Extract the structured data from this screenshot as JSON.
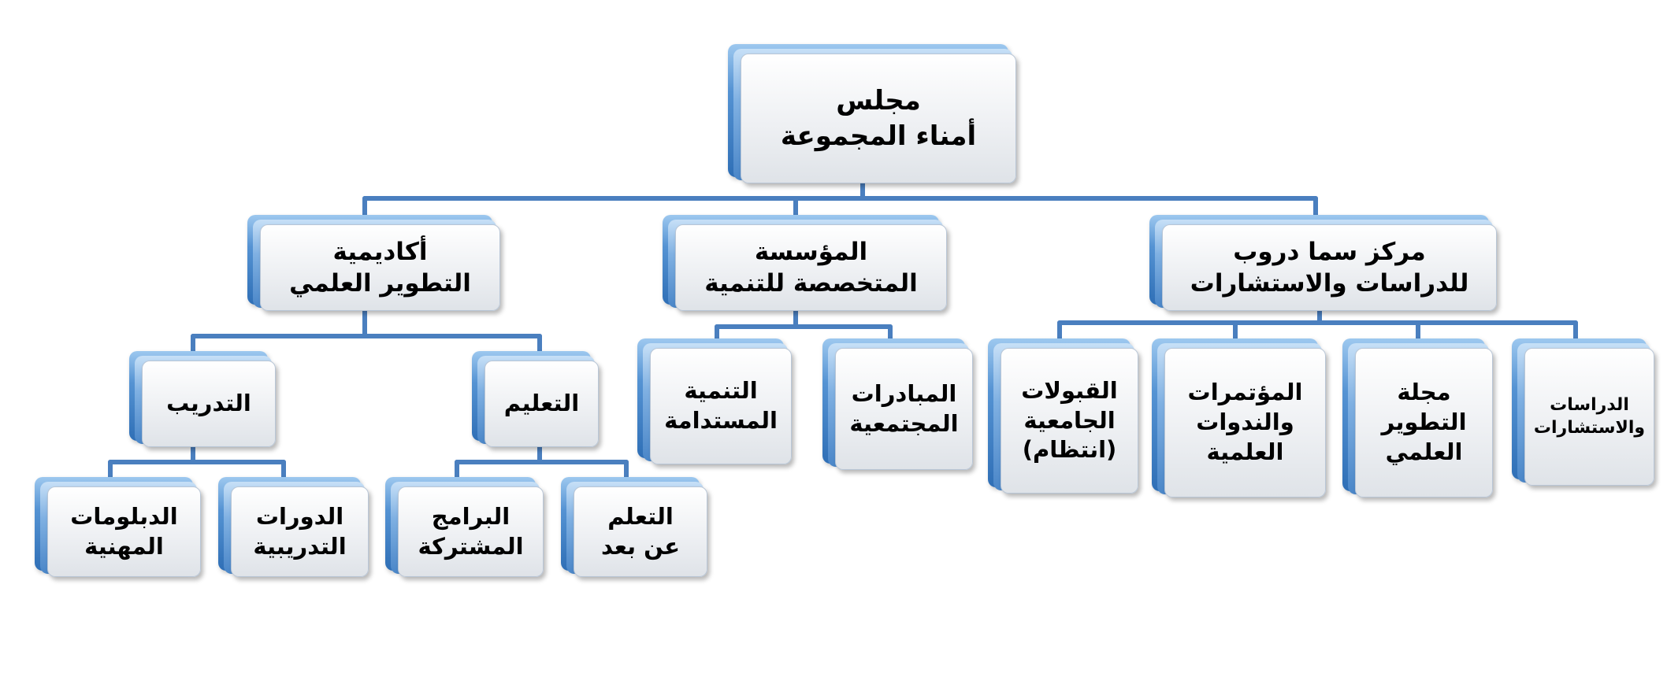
{
  "diagram": {
    "root": {
      "label": "مجلس\nأمناء المجموعة"
    },
    "branches": [
      {
        "label": "مركز سما دروب\nللدراسات والاستشارات"
      },
      {
        "label": "المؤسسة\nالمتخصصة للتنمية"
      },
      {
        "label": "أكاديمية\nالتطوير العلمي"
      }
    ],
    "center_children": [
      {
        "label": "الدراسات\nوالاستشارات"
      },
      {
        "label": "مجلة\nالتطوير\nالعلمي"
      },
      {
        "label": "المؤتمرات\nوالندوات\nالعلمية"
      },
      {
        "label": "القبولات\nالجامعية\n(انتظام)"
      }
    ],
    "foundation_children": [
      {
        "label": "المبادرات\nالمجتمعية"
      },
      {
        "label": "التنمية\nالمستدامة"
      }
    ],
    "academy_children": [
      {
        "label": "التعليم"
      },
      {
        "label": "التدريب"
      }
    ],
    "education_children": [
      {
        "label": "التعلم\nعن بعد"
      },
      {
        "label": "البرامج\nالمشتركة"
      }
    ],
    "training_children": [
      {
        "label": "الدورات\nالتدريبية"
      },
      {
        "label": "الدبلومات\nالمهنية"
      }
    ]
  }
}
